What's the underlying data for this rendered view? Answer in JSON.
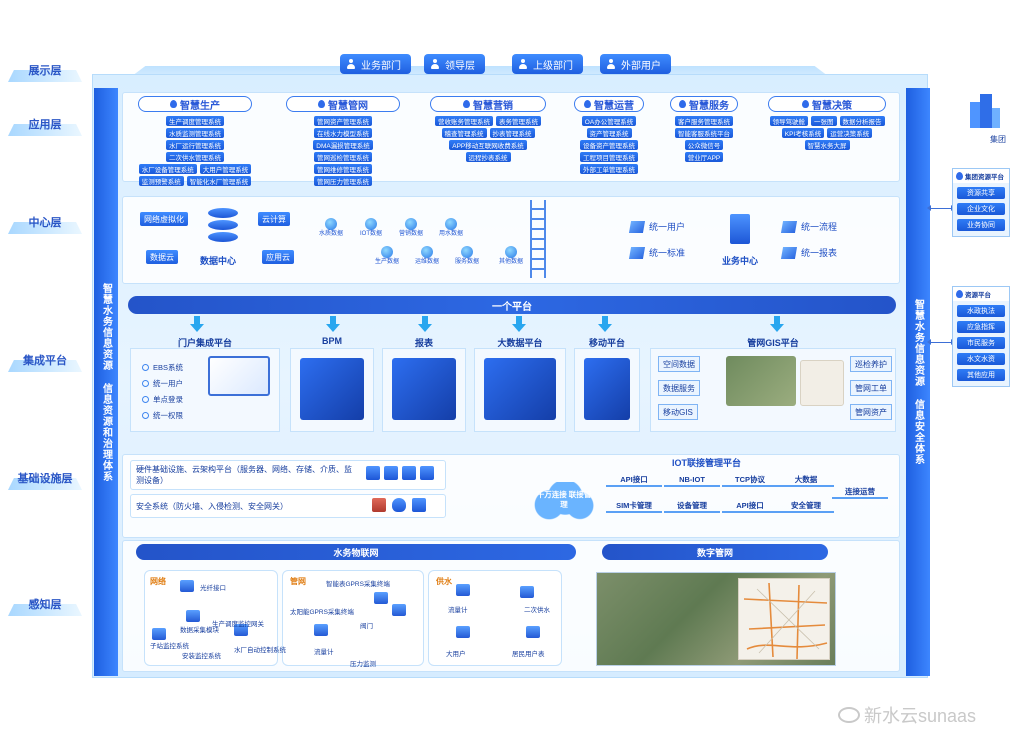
{
  "layers": [
    "展示层",
    "应用层",
    "中心层",
    "集成平台",
    "基础设施层",
    "感知层"
  ],
  "pillars": {
    "left": "智慧水务信息资源 信息资源和治理体系",
    "right": "智慧水务信息资源 信息安全体系"
  },
  "display_users": [
    "业务部门",
    "领导层",
    "上级部门",
    "外部用户"
  ],
  "apps": [
    {
      "title": "智慧生产",
      "items": [
        "生产调度管理系统",
        "水质监测管理系统",
        "水厂运行管理系统",
        "二次供水管理系统",
        "水厂设备管理系统",
        "大用户管理系统",
        "监测预警系统",
        "智能化水厂管理系统"
      ]
    },
    {
      "title": "智慧管网",
      "items": [
        "管网资产管理系统",
        "在线水力模型系统",
        "DMA漏损管理系统",
        "管网巡检管理系统",
        "管网维修管理系统",
        "管网压力管理系统"
      ]
    },
    {
      "title": "智慧营销",
      "items": [
        "营收账务管理系统",
        "表务管理系统",
        "稽查管理系统",
        "抄表管理系统",
        "APP移动互联网收费系统",
        "远程抄表系统"
      ]
    },
    {
      "title": "智慧运营",
      "items": [
        "OA办公管理系统",
        "资产管理系统",
        "设备资产管理系统",
        "工程项目管理系统",
        "外部工单管理系统"
      ]
    },
    {
      "title": "智慧服务",
      "items": [
        "客户服务管理系统",
        "智能客服系统平台",
        "公众微信号",
        "营业厅APP"
      ]
    },
    {
      "title": "智慧决策",
      "items": [
        "领导驾驶舱",
        "一张图",
        "数据分析报告",
        "KPI考核系统",
        "运营决策系统",
        "智慧水务大屏"
      ]
    }
  ],
  "center": {
    "tags": [
      "网络虚拟化",
      "数据云",
      "云计算",
      "应用云"
    ],
    "data_center": "数据中心",
    "services": [
      "水质数据",
      "IOT数据",
      "营销数据",
      "用水数据",
      "生产数据",
      "运维数据",
      "服务数据",
      "其他数据"
    ],
    "biz_items": [
      "统一用户",
      "统一标准",
      "统一流程",
      "统一报表"
    ],
    "biz_center": "业务中心"
  },
  "integration": {
    "platform": "一个平台",
    "modules": [
      {
        "title": "门户集成平台",
        "items": [
          "EBS系统",
          "统一用户",
          "单点登录",
          "统一权限"
        ]
      },
      {
        "title": "BPM",
        "items": []
      },
      {
        "title": "报表",
        "items": []
      },
      {
        "title": "大数据平台",
        "items": []
      },
      {
        "title": "移动平台",
        "items": []
      },
      {
        "title": "管网GIS平台",
        "items": [
          "空间数据",
          "数据服务",
          "移动GIS",
          "巡检养护",
          "管网工单",
          "管网资产"
        ]
      }
    ]
  },
  "infrastructure": {
    "hardware": "硬件基础设施、云架构平台（服务器、网络、存储、介质、监测设备）",
    "security": "安全系统（防火墙、入侵检测、安全网关）",
    "cloud": "千万连接 联接管理",
    "iot_title": "IOT联接管理平台",
    "iot_items": [
      "API接口",
      "NB-IOT",
      "TCP协议",
      "大数据",
      "SIM卡管理",
      "设备管理",
      "API接口",
      "安全管理",
      "连接运营"
    ]
  },
  "perception": {
    "water_iot": "水务物联网",
    "digital_map": "数字管网",
    "groups": [
      {
        "tag": "网络",
        "labels": [
          "光纤接口",
          "生产调度监控网关",
          "数据采集模块",
          "安装监控系统",
          "子站监控系统",
          "水厂自动控制系统"
        ]
      },
      {
        "tag": "管网",
        "labels": [
          "智能表GPRS采集终端",
          "太阳能GPRS采集终端",
          "流量计",
          "阀门",
          "压力监测"
        ]
      },
      {
        "tag": "供水",
        "labels": [
          "流量计",
          "二次供水",
          "大用户",
          "居民用户表"
        ]
      }
    ]
  },
  "sidebar": {
    "group": "集团",
    "panels": [
      {
        "title": "集团资源平台",
        "items": [
          "资源共享",
          "企业文化",
          "业务协同"
        ]
      },
      {
        "title": "资源平台",
        "items": [
          "水政执法",
          "应急指挥",
          "市民服务",
          "水文水资",
          "其他应用"
        ]
      }
    ]
  },
  "watermark": "新水云sunaas",
  "colors": {
    "primary": "#1f5fe0",
    "accent": "#28a6ef",
    "background": "#e3f2ff"
  }
}
